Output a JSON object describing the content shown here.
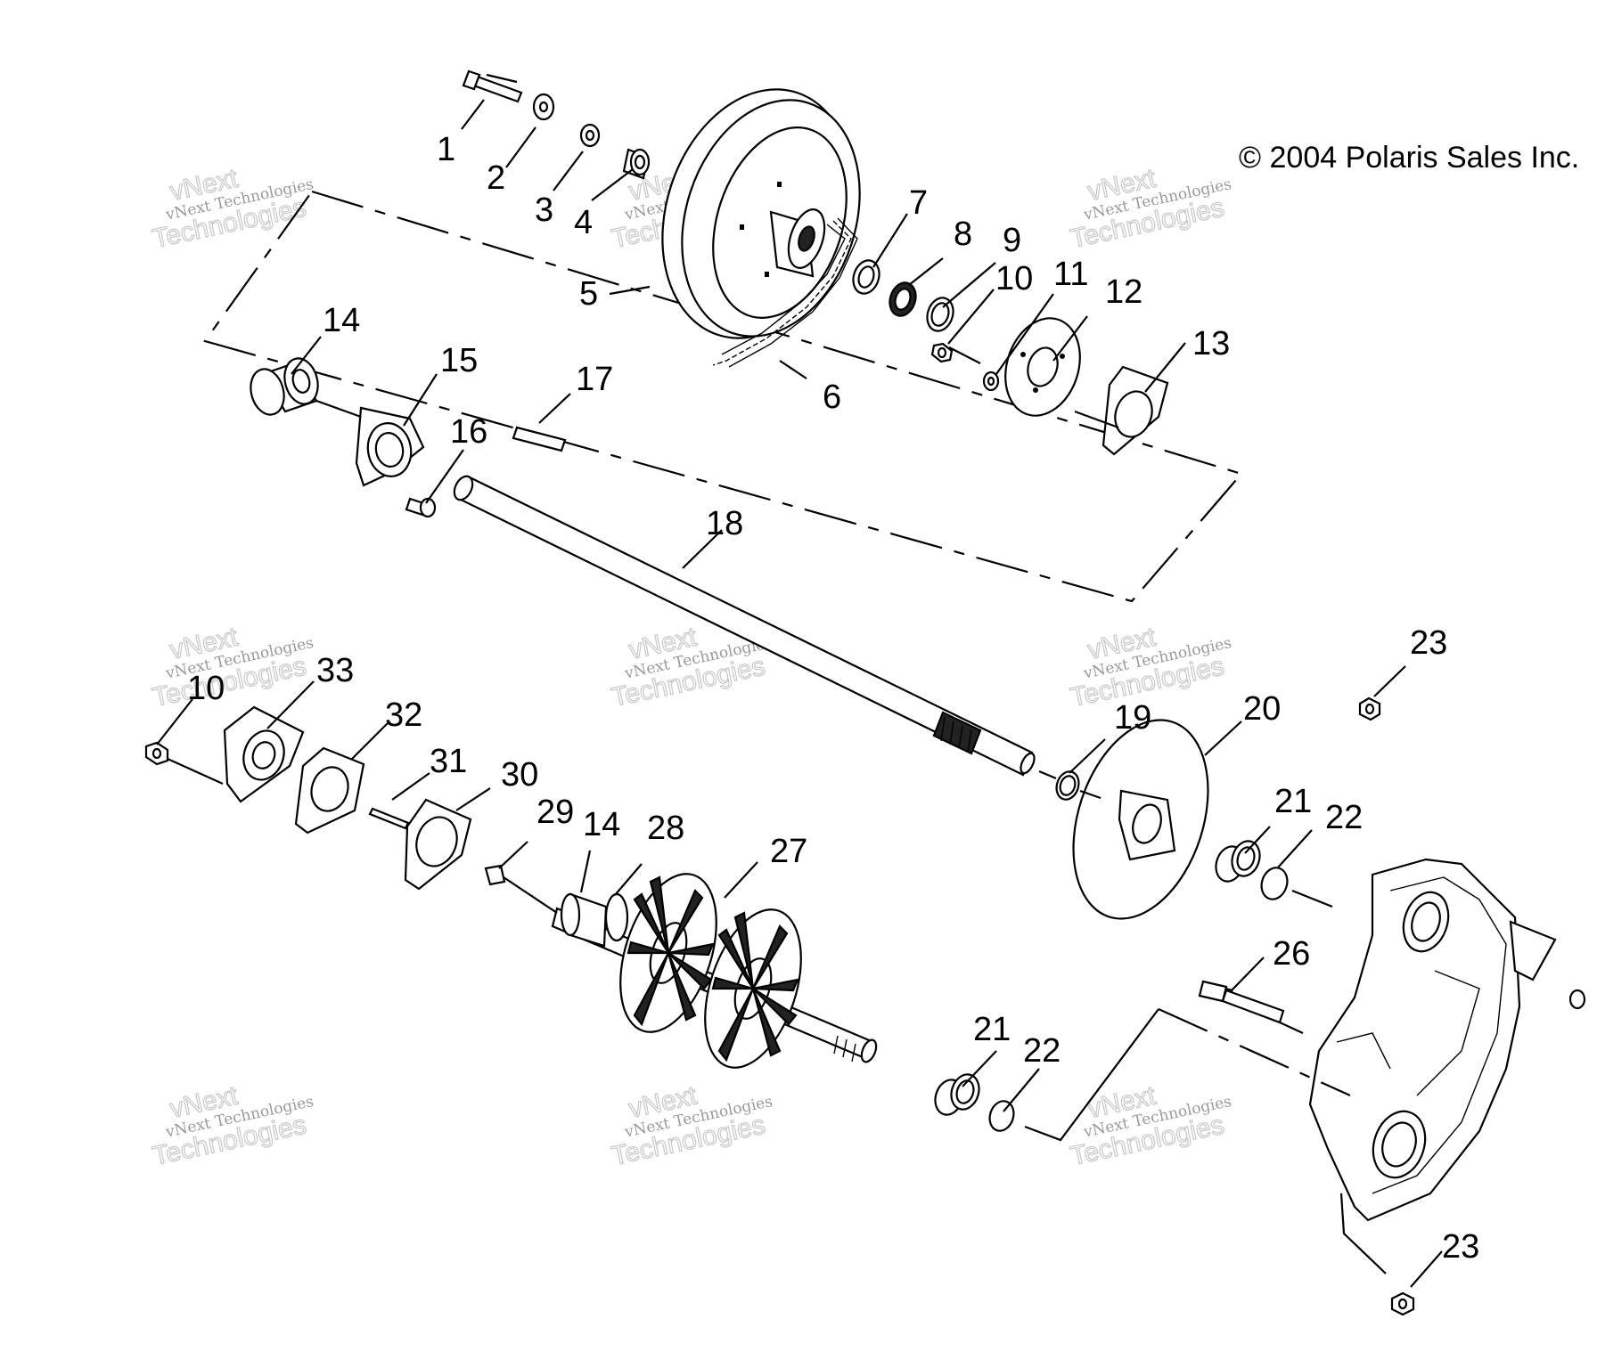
{
  "copyright": "© 2004 Polaris Sales Inc.",
  "watermark": {
    "line1": "vNext Technologies",
    "line2": "vNext",
    "line3": "Technologies"
  },
  "callouts": [
    "1",
    "2",
    "3",
    "4",
    "5",
    "6",
    "7",
    "8",
    "9",
    "10",
    "11",
    "12",
    "13",
    "14",
    "15",
    "16",
    "17",
    "18",
    "19",
    "20",
    "21",
    "22",
    "23",
    "10",
    "33",
    "32",
    "31",
    "30",
    "29",
    "14",
    "28",
    "27",
    "21",
    "22",
    "26",
    "23"
  ]
}
